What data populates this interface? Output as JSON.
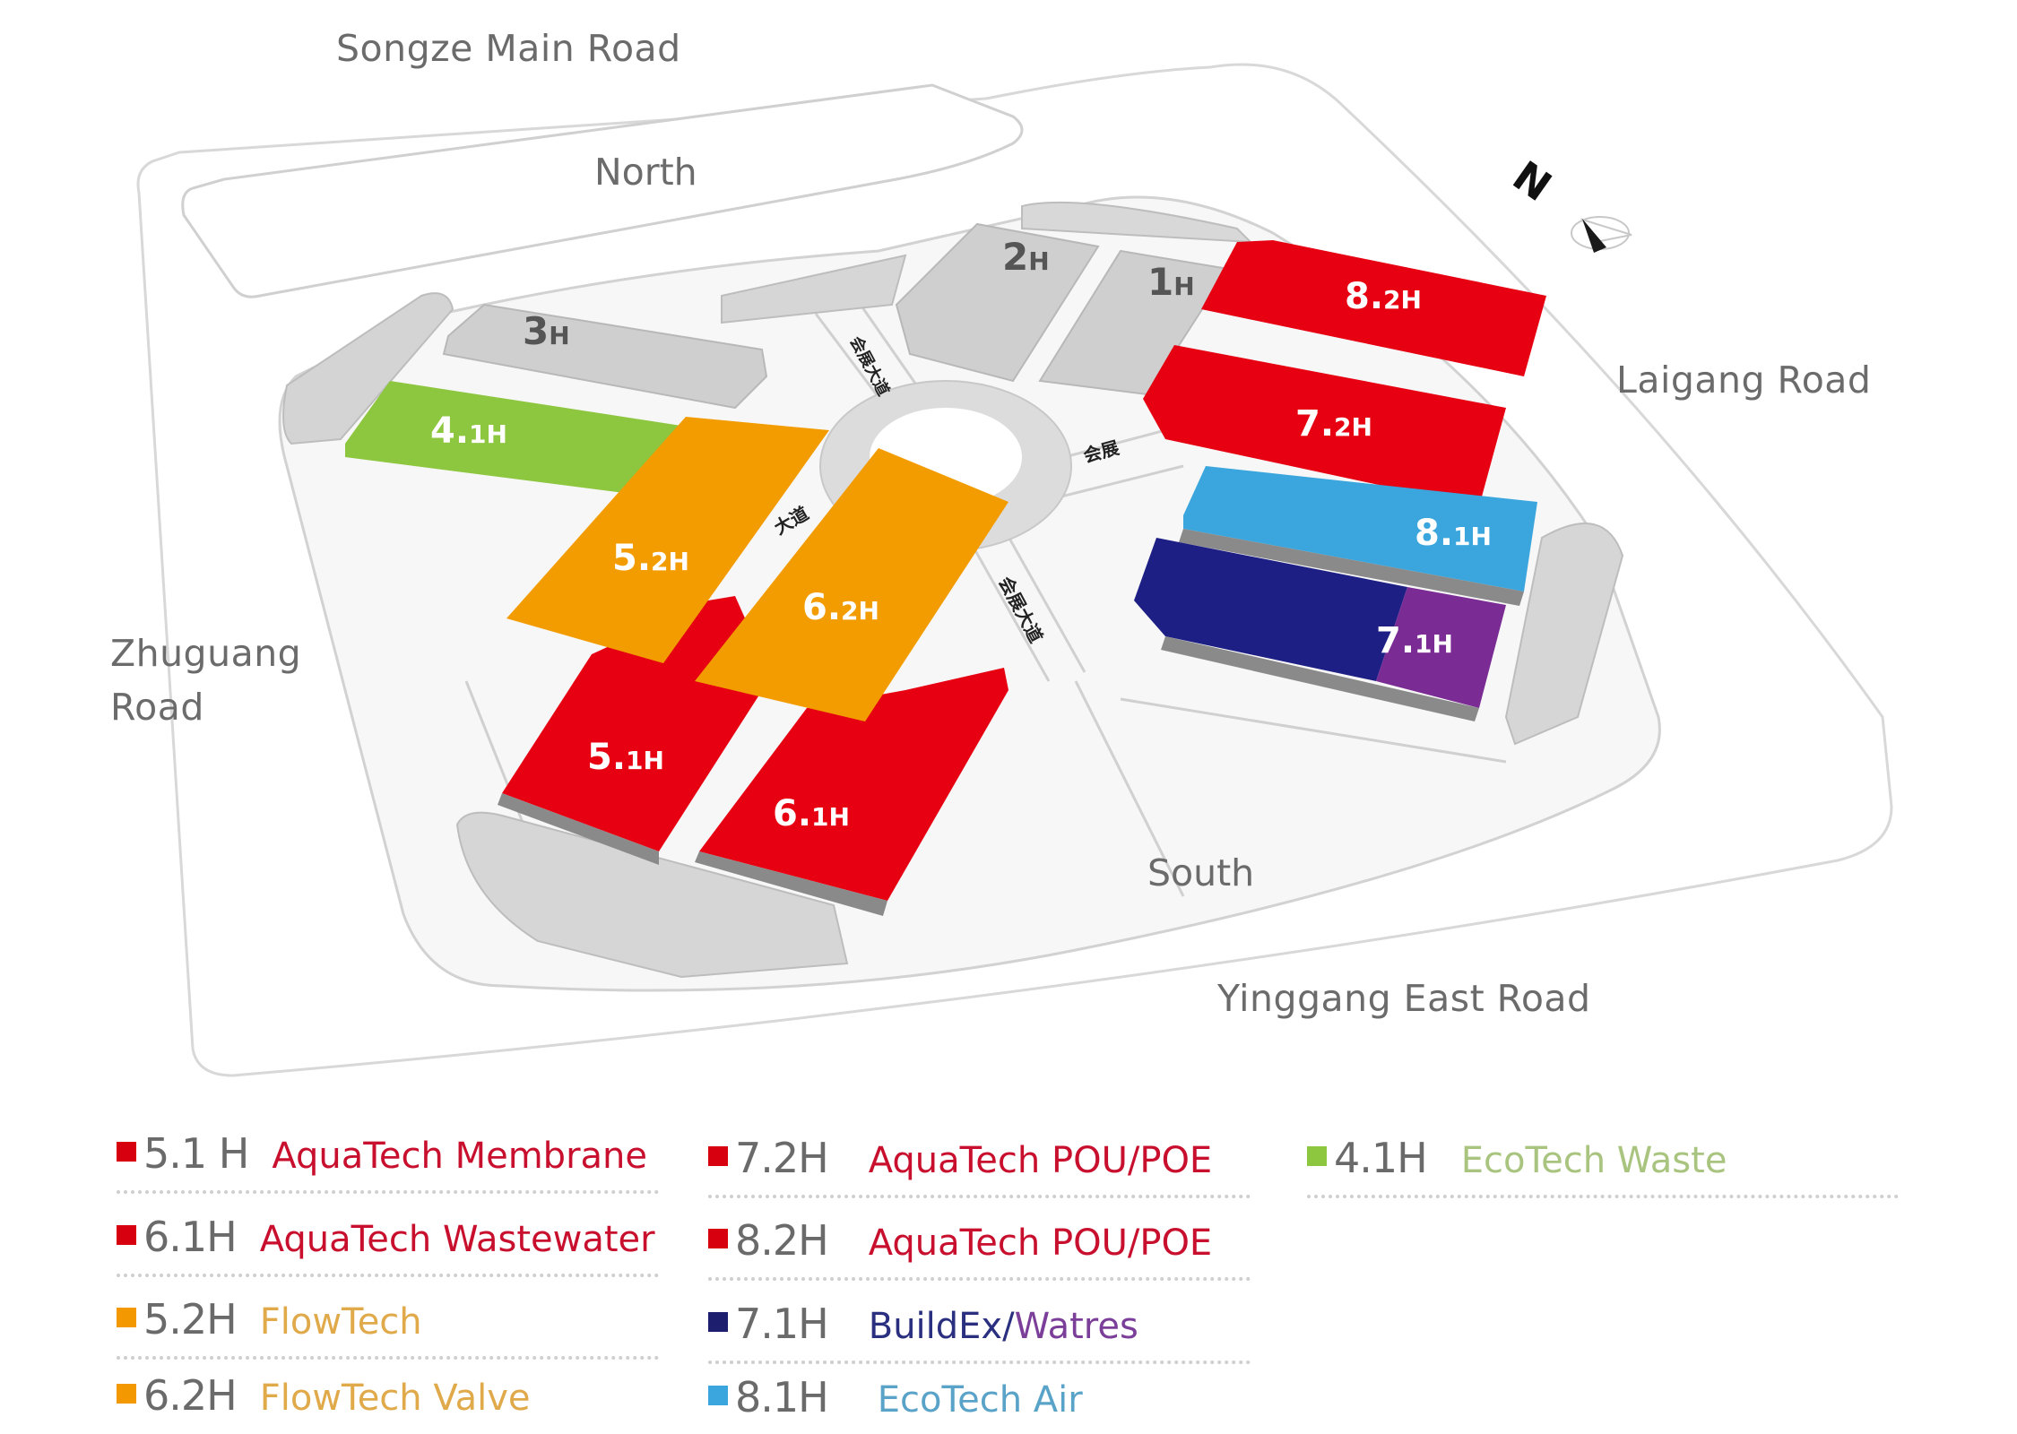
{
  "map": {
    "roads": {
      "north_road": "Songze Main Road",
      "east_road": "Laigang Road",
      "west_road_line1": "Zhuguang",
      "west_road_line2": "Road",
      "south_road": "Yinggang East Road"
    },
    "areas": {
      "north": "North",
      "south": "South"
    },
    "compass": {
      "label": "N",
      "icon": "north-arrow-icon"
    },
    "internal_road_labels": [
      "会展大道",
      "会展大道",
      "会展大道",
      "大道",
      "会展"
    ],
    "halls": [
      {
        "id": "1H",
        "major": "1",
        "minor": "H",
        "color": "#cfcfcf",
        "text_color": "#555555"
      },
      {
        "id": "2H",
        "major": "2",
        "minor": "H",
        "color": "#cfcfcf",
        "text_color": "#555555"
      },
      {
        "id": "3H",
        "major": "3",
        "minor": "H",
        "color": "#cfcfcf",
        "text_color": "#555555"
      },
      {
        "id": "4.1H",
        "major": "4.",
        "minor": "1H",
        "color": "#8dc63f",
        "text_color": "#ffffff"
      },
      {
        "id": "5.2H",
        "major": "5.",
        "minor": "2H",
        "color": "#f39c00",
        "text_color": "#ffffff"
      },
      {
        "id": "6.2H",
        "major": "6.",
        "minor": "2H",
        "color": "#f39c00",
        "text_color": "#ffffff"
      },
      {
        "id": "5.1H",
        "major": "5.",
        "minor": "1H",
        "color": "#e60012",
        "text_color": "#ffffff"
      },
      {
        "id": "6.1H",
        "major": "6.",
        "minor": "1H",
        "color": "#e60012",
        "text_color": "#ffffff"
      },
      {
        "id": "8.2H",
        "major": "8.",
        "minor": "2H",
        "color": "#e60012",
        "text_color": "#ffffff"
      },
      {
        "id": "7.2H",
        "major": "7.",
        "minor": "2H",
        "color": "#e60012",
        "text_color": "#ffffff"
      },
      {
        "id": "8.1H",
        "major": "8.",
        "minor": "1H",
        "color": "#3aa6dd",
        "text_color": "#ffffff"
      },
      {
        "id": "7.1H",
        "major": "7.",
        "minor": "1H",
        "color": "#1d1f85",
        "text_color": "#ffffff",
        "secondary_color": "#7b2c94"
      }
    ]
  },
  "legend": {
    "items": [
      {
        "hall": "5.1 H",
        "name": "AquaTech Membrane",
        "swatch": "#d7000f",
        "name_color": "#c8102e"
      },
      {
        "hall": "6.1H",
        "name": "AquaTech Wastewater",
        "swatch": "#d7000f",
        "name_color": "#c8102e"
      },
      {
        "hall": "5.2H",
        "name": "FlowTech",
        "swatch": "#f39800",
        "name_color": "#e0a94a"
      },
      {
        "hall": "6.2H",
        "name": "FlowTech Valve",
        "swatch": "#f39800",
        "name_color": "#e0a94a"
      },
      {
        "hall": "7.2H",
        "name": "AquaTech POU/POE",
        "swatch": "#d7000f",
        "name_color": "#c8102e"
      },
      {
        "hall": "8.2H",
        "name": "AquaTech POU/POE",
        "swatch": "#d7000f",
        "name_color": "#c8102e"
      },
      {
        "hall": "7.1H",
        "name_part1": "BuildEx/",
        "name_part2": "Watres",
        "swatch": "#1d1f6e",
        "name_color": "#2a2f80",
        "name_color2": "#7b3f9a"
      },
      {
        "hall": "8.1H",
        "name": "EcoTech Air",
        "swatch": "#3aa6dd",
        "name_color": "#5aa3c8"
      },
      {
        "hall": "4.1H",
        "name": "EcoTech Waste",
        "swatch": "#8dc63f",
        "name_color": "#a9c47f"
      }
    ]
  }
}
